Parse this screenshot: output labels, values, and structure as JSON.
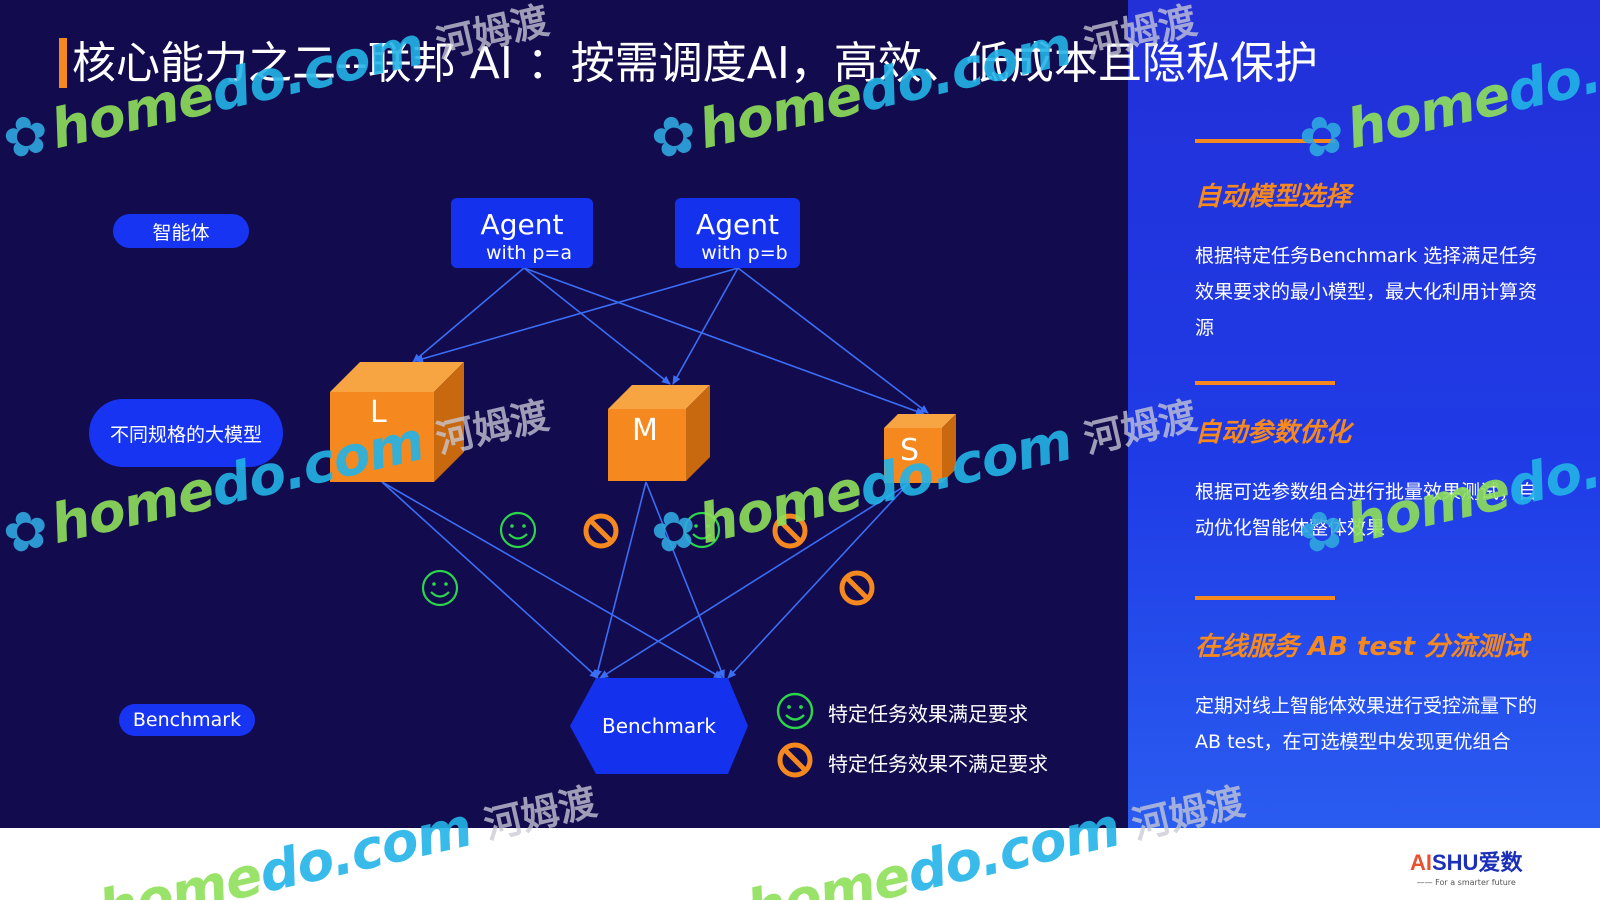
{
  "title": "核心能力之二--联邦 AI ：按需调度AI，高效、低成本且隐私保护",
  "row_labels": {
    "agents": "智能体",
    "models": "不同规格的大模型",
    "benchmark": "Benchmark"
  },
  "agents": [
    {
      "name": "Agent",
      "param": "with p=a"
    },
    {
      "name": "Agent",
      "param": "with p=b"
    }
  ],
  "models": [
    {
      "label": "L"
    },
    {
      "label": "M"
    },
    {
      "label": "S"
    }
  ],
  "benchmark_node": "Benchmark",
  "legend": {
    "satisfied": "特定任务效果满足要求",
    "not_satisfied": "特定任务效果不满足要求"
  },
  "features": [
    {
      "title": "自动模型选择",
      "desc": "根据特定任务Benchmark 选择满足任务效果要求的最小模型，最大化利用计算资源"
    },
    {
      "title": "自动参数优化",
      "desc": "根据可选参数组合进行批量效果测试，自动优化智能体整体效果"
    },
    {
      "title": "在线服务 AB test 分流测试",
      "desc": "定期对线上智能体效果进行受控流量下的 AB test，在可选模型中发现更优组合"
    }
  ],
  "watermark": {
    "prefix": "home",
    "suffix": "do.com",
    "cn": "河姆渡"
  },
  "brand": {
    "ai": "AI",
    "name": "SHU爱数",
    "tagline": "—— For a smarter future"
  },
  "colors": {
    "left_bg": "#120b4e",
    "right_bg": "#2330d8",
    "accent": "#f5891f",
    "node_blue": "#1432ee",
    "smile": "#2bd64a",
    "no": "#f5891f",
    "edge": "#3b6df5"
  }
}
